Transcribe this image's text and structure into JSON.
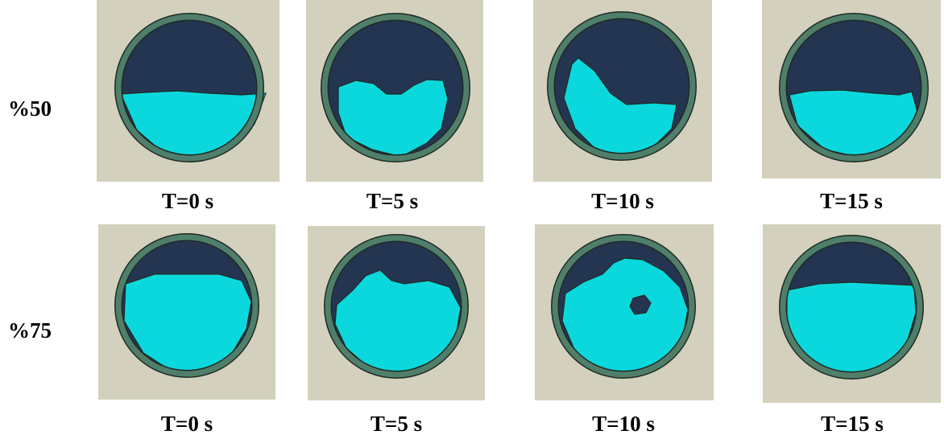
{
  "rows": [
    {
      "label": "%50",
      "frames": [
        {
          "caption": "T=0 s"
        },
        {
          "caption": "T=5 s"
        },
        {
          "caption": "T=10 s"
        },
        {
          "caption": "T=15 s"
        }
      ]
    },
    {
      "label": "%75",
      "frames": [
        {
          "caption": "T=0 s"
        },
        {
          "caption": "T=5 s"
        },
        {
          "caption": "T=10 s"
        },
        {
          "caption": "T=15 s"
        }
      ]
    }
  ],
  "colors": {
    "background": "#d3d0bd",
    "ring": "#4f7f6a",
    "gas_phase": "#243552",
    "liquid_phase": "#0bd8dc",
    "outline": "#1e2a24"
  }
}
